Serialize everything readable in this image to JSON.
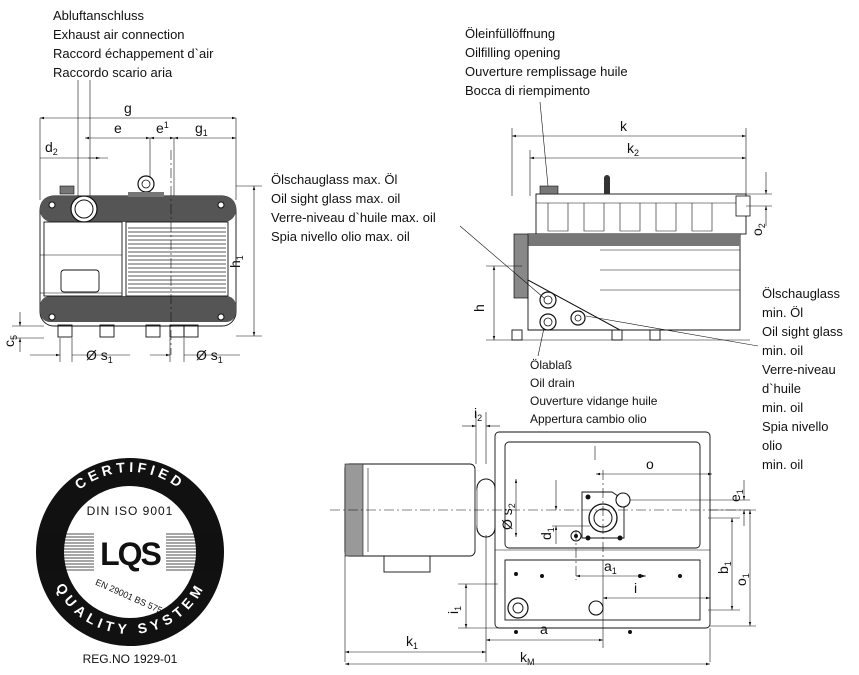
{
  "labels": {
    "exhaust": [
      "Abluftanschluss",
      "Exhaust air connection",
      "Raccord échappement d`air",
      "Raccordo scario aria"
    ],
    "oil_fill": [
      "Öleinfüllöffnung",
      "Oilfilling opening",
      "Ouverture remplissage huile",
      "Bocca di riempimento"
    ],
    "oil_sight_max": [
      "Ölschauglass max. Öl",
      "Oil sight glass max. oil",
      "Verre-niveau d`huile max. oil",
      "Spia nivello olio max. oil"
    ],
    "oil_sight_min": [
      "Ölschauglass",
      "min. Öl",
      "Oil sight glass",
      "min. oil",
      "Verre-niveau",
      "d`huile",
      "min. oil",
      "Spia nivello",
      "olio",
      "min. oil"
    ],
    "oil_drain": [
      "Ölablaß",
      "Oil drain",
      "Ouverture vidange huile",
      "Appertura cambio olio"
    ]
  },
  "dims": {
    "g": "g",
    "e": "e",
    "e1": "e",
    "e1_sub": "1",
    "g1": "g",
    "g1_sub": "1",
    "d2": "d",
    "d2_sub": "2",
    "h1": "h",
    "h1_sub": "1",
    "c5": "c",
    "c5_sub": "5",
    "s1": "Ø s",
    "s1_sub": "1",
    "k": "k",
    "k2": "k",
    "k2_sub": "2",
    "h": "h",
    "o2": "o",
    "o2_sub": "2",
    "i2": "i",
    "i2_sub": "2",
    "o": "o",
    "e1b": "e",
    "e1b_sub": "1",
    "s2": "Ø s",
    "s2_sub": "2",
    "d1": "d",
    "d1_sub": "1",
    "a1": "a",
    "a1_sub": "1",
    "i": "i",
    "b1": "b",
    "b1_sub": "1",
    "o1": "o",
    "o1_sub": "1",
    "i1": "i",
    "i1_sub": "1",
    "k1": "k",
    "k1_sub": "1",
    "a": "a",
    "kM": "k",
    "kM_sub": "M"
  },
  "logo": {
    "top": "CERTIFIED",
    "din": "DIN ISO 9001",
    "mark": "LQS",
    "en": "EN 29001 BS 5750",
    "bottom": "QUALITY SYSTEM",
    "reg": "REG.NO 1929-01"
  }
}
